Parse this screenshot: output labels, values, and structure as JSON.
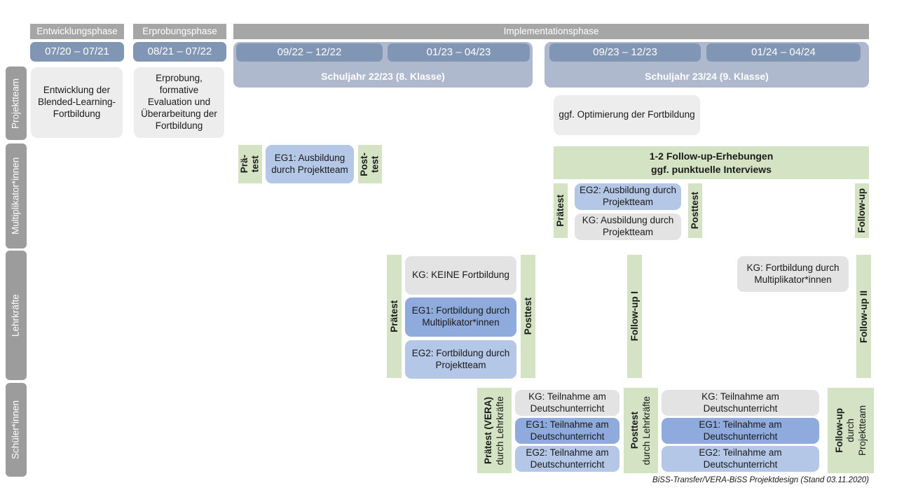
{
  "diagram": {
    "title": "BiSS-Transfer/VERA-BiSS Projektdesign",
    "footer": "BiSS-Transfer/VERA-BiSS Projektdesign (Stand 03.11.2020)",
    "colors": {
      "phase_header": "#A6A6A6",
      "date_bar": "#8196B5",
      "school_year_band": "#AEB9CE",
      "side_label": "#9C9C9C",
      "green_assessment": "#D3E3C3",
      "group_eg1": "#8FAADC",
      "group_eg2": "#B4C7E7",
      "group_kg": "#E3E3E3",
      "neutral_box": "#EDEDED"
    }
  },
  "phases": [
    {
      "label": "Entwicklungsphase"
    },
    {
      "label": "Erprobungsphase"
    },
    {
      "label": "Implementationsphase"
    }
  ],
  "date_bars": [
    {
      "label": "07/20 – 07/21"
    },
    {
      "label": "08/21 – 07/22"
    },
    {
      "label": "09/22 – 12/22"
    },
    {
      "label": "01/23 – 04/23"
    },
    {
      "label": "09/23 – 12/23"
    },
    {
      "label": "01/24 – 04/24"
    }
  ],
  "school_years": [
    {
      "label": "Schuljahr 22/23 (8. Klasse)"
    },
    {
      "label": "Schuljahr 23/24 (9. Klasse)"
    }
  ],
  "rows": [
    {
      "id": "projektteam",
      "label": "Projektteam"
    },
    {
      "id": "multiplikatorinnen",
      "label": "Multiplikator*innen"
    },
    {
      "id": "lehrkraefte",
      "label": "Lehrkräfte"
    },
    {
      "id": "schuelerinnen",
      "label": "Schüler*innen"
    }
  ],
  "projektteam": {
    "boxes": [
      {
        "text": "Entwicklung der Blended-Learning-Fortbildung"
      },
      {
        "text": "Erprobung, formative Evaluation und Überarbeitung der Fortbildung"
      },
      {
        "text": "ggf. Optimierung der Fortbildung"
      }
    ]
  },
  "multiplikatorinnen": {
    "pretest_1": "Prä-\ntest",
    "posttest_1": "Post-\ntest",
    "training_1": "EG1: Ausbildung durch Projektteam",
    "followup_band": "1-2 Follow-up-Erhebungen\nggf. punktuelle Interviews",
    "pretest_2": "Prätest",
    "posttest_2": "Posttest",
    "followup_col": "Follow-up",
    "training_2_eg2": "EG2: Ausbildung durch Projektteam",
    "training_2_kg": "KG: Ausbildung durch Projektteam"
  },
  "lehrkraefte": {
    "pretest": "Prätest",
    "posttest": "Posttest",
    "followup_1": "Follow-up I",
    "followup_2": "Follow-up II",
    "boxes_left": [
      {
        "group": "KG",
        "text": "KG:  KEINE Fortbildung",
        "style": "gray"
      },
      {
        "group": "EG1",
        "text": "EG1: Fortbildung durch Multiplikator*innen",
        "style": "eg1"
      },
      {
        "group": "EG2",
        "text": "EG2: Fortbildung durch Projektteam",
        "style": "eg2"
      }
    ],
    "box_right": {
      "group": "KG",
      "text": "KG: Fortbildung durch Multiplikator*innen",
      "style": "gray"
    }
  },
  "schuelerinnen": {
    "pretest_main": "Prätest (VERA)",
    "pretest_sub": "durch Lehrkräfte",
    "posttest_main": "Posttest",
    "posttest_sub": "durch Lehrkräfte",
    "followup_main": "Follow-up",
    "followup_sub": "durch",
    "followup_sub2": "Projektteam",
    "boxes_left": [
      {
        "group": "KG",
        "text": "KG: Teilnahme am Deutschunterricht",
        "style": "gray"
      },
      {
        "group": "EG1",
        "text": "EG1: Teilnahme am Deutschunterricht",
        "style": "eg1"
      },
      {
        "group": "EG2",
        "text": "EG2: Teilnahme am Deutschunterricht",
        "style": "eg2"
      }
    ],
    "boxes_right": [
      {
        "group": "KG",
        "text": "KG: Teilnahme am Deutschunterricht",
        "style": "gray"
      },
      {
        "group": "EG1",
        "text": "EG1: Teilnahme am Deutschunterricht",
        "style": "eg1"
      },
      {
        "group": "EG2",
        "text": "EG2: Teilnahme am Deutschunterricht",
        "style": "eg2"
      }
    ]
  }
}
